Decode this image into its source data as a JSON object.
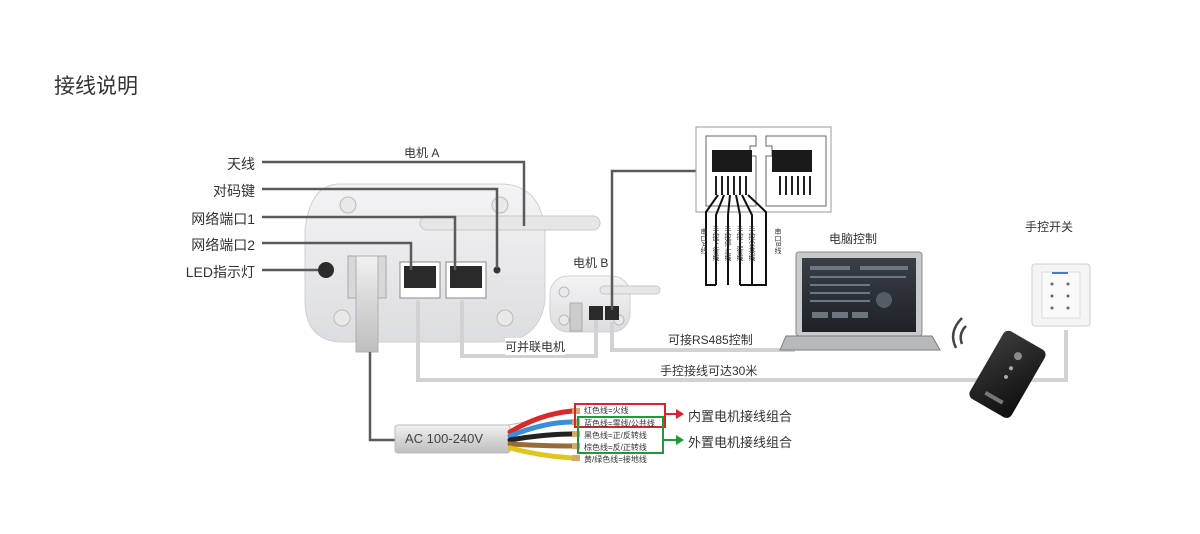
{
  "title": "接线说明",
  "left_labels": {
    "antenna": "天线",
    "pair_key": "对码键",
    "net_port1": "网络端口1",
    "net_port2": "网络端口2",
    "led": "LED指示灯"
  },
  "motor_a": "电机 A",
  "motor_b": "电机 B",
  "parallel": "可并联电机",
  "rs485": "可接RS485控制",
  "hand_line": "手控接线可达30米",
  "ac_label": "AC 100-240V",
  "pc_control": "电脑控制",
  "hand_switch": "手控开关",
  "jack_pins": [
    "串口A线",
    "手控下行线",
    "手控停止线",
    "手控上行线",
    "手控公共线",
    "串口B线"
  ],
  "wires": {
    "red": "红色线=火线",
    "blue": "蓝色线=零线/公共线",
    "black": "黑色线=正/反转线",
    "brown": "棕色线=反/正转线",
    "yellow": "黄/绿色线=接地线"
  },
  "groups": {
    "internal": "内置电机接线组合",
    "external": "外置电机接线组合"
  },
  "colors": {
    "red_box": "#e0202a",
    "green_box": "#1f9a3a",
    "line": "#5a5a5a",
    "cable": "#d8d8d8"
  }
}
